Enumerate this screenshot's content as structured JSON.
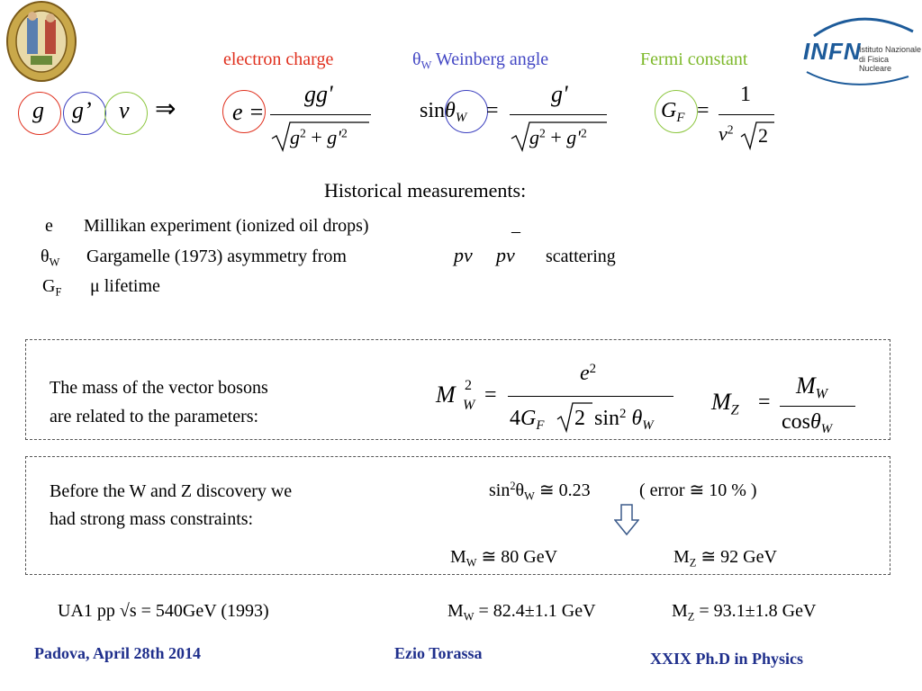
{
  "slide": {
    "topics": {
      "electron_charge": "electron charge",
      "weinberg_symbol": "θ",
      "weinberg_sub": "W",
      "weinberg_label": " Weinberg  angle",
      "fermi_constant": "Fermi constant"
    },
    "couplings": {
      "g": "g",
      "g_prime": "g’",
      "v": "v",
      "implies": "⇒"
    },
    "formulas": {
      "e_lhs": "e =",
      "e_num": "gg'",
      "sin_lhs": "sin",
      "theta": "θ",
      "sub_W": "W",
      "equals": "=",
      "g_prime": "g'",
      "GF": "G",
      "sub_F": "F",
      "one": "1",
      "v2": "v",
      "two": "2",
      "denominator_g2": "g",
      "plus": "+",
      "denominator_gp2": "g'",
      "exp2": "2"
    },
    "historical": {
      "heading": "Historical measurements:",
      "row1_sym": "e",
      "row1_text": "Millikan  experiment (ionized oil drops)",
      "row2_sym": "θ",
      "row2_sub": "W",
      "row2_text": "Gargamelle (1973)  asymmetry from",
      "row2_p1": "pν",
      "row2_p2": "pν",
      "row2_bar": "–",
      "row2_tail": "scattering",
      "row3_sym": "G",
      "row3_sub": "F",
      "row3_text": "μ  lifetime"
    },
    "box1": {
      "line1": "The mass of the vector bosons",
      "line2": "are related to the parameters:",
      "mw_M": "M",
      "mw_exp": "2",
      "mw_sub": "W",
      "eq": "=",
      "mw_num_e": "e",
      "mw_num_exp": "2",
      "mw_den_4G": "4G",
      "mw_den_F": "F",
      "mw_den_2": "2",
      "mw_den_sin": "sin",
      "mw_den_exp": "2",
      "mw_den_theta": "θ",
      "mw_den_W": "W",
      "mz_M": "M",
      "mz_sub": "Z",
      "mz_num_M": "M",
      "mz_num_W": "W",
      "mz_den_cos": "cos",
      "mz_den_theta": "θ",
      "mz_den_W": "W"
    },
    "box2": {
      "line1": "Before the  W and Z discovery we",
      "line2": "had strong mass constraints:",
      "sin_text": "sin",
      "sin_exp": "2",
      "sin_theta": "θ",
      "sin_sub": "W",
      "sin_value": " ≅ 0.23",
      "error": "( error ≅ 10 % )",
      "mw_M": "M",
      "mw_sub": "W",
      "mw_value": " ≅ 80 GeV",
      "mz_M": "M",
      "mz_sub": "Z",
      "mz_value": " ≅ 92 GeV"
    },
    "ua1": {
      "label": "UA1  pp √s = 540GeV  (1993)",
      "mw_M": "M",
      "mw_sub": "W",
      "mw_value": " = 82.4±1.1 GeV",
      "mz_M": "M",
      "mz_sub": "Z",
      "mz_value": " = 93.1±1.8 GeV"
    },
    "footer": {
      "left": "Padova, April 28th 2014",
      "center": "Ezio Torassa",
      "right": "XXIX  Ph.D in Physics"
    },
    "infn": {
      "logo_text": "INFN",
      "line1": "Istituto Nazionale",
      "line2": "di Fisica Nucleare"
    },
    "colors": {
      "red": "#e0301e",
      "blue": "#3b3fbf",
      "green": "#7db82a",
      "footer_blue": "#1f2f8c"
    }
  }
}
